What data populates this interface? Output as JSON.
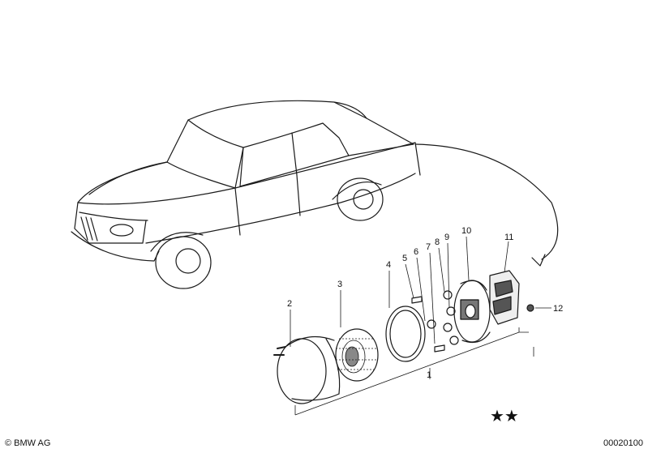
{
  "parts": [
    {
      "no": "1"
    },
    {
      "no": "2"
    },
    {
      "no": "3"
    },
    {
      "no": "4"
    },
    {
      "no": "5"
    },
    {
      "no": "6"
    },
    {
      "no": "7"
    },
    {
      "no": "8"
    },
    {
      "no": "9"
    },
    {
      "no": "10"
    },
    {
      "no": "11"
    },
    {
      "no": "12"
    }
  ],
  "stars": "★★",
  "footer": {
    "copyright": "© BMW AG",
    "ref_number": "00020100"
  }
}
